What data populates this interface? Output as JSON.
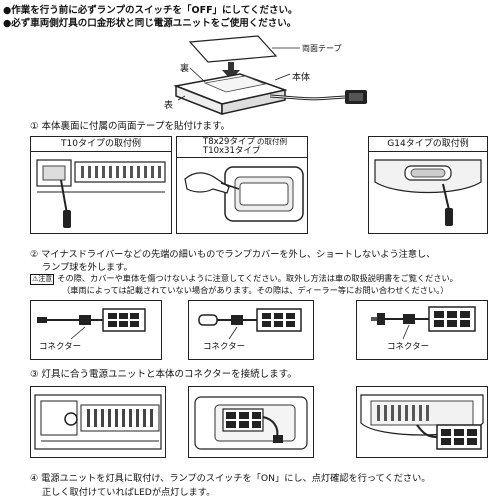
{
  "intro": {
    "line1": "●作業を行う前に必ずランプのスイッチを「OFF」にしてください。",
    "line2": "●必ず車両側灯具の口金形状と同じ電源ユニットをご使用ください。"
  },
  "assembly": {
    "tape_label": "両面テープ",
    "body_label": "本体",
    "back_label": "裏",
    "front_label": "表"
  },
  "steps": {
    "step1": "① 本体裏面に付属の両面テープを貼付けます。",
    "step2_line1": "② マイナスドライバーなどの先端の細いものでランプカバーを外し、ショートしないよう注意し、",
    "step2_line2": "ランプ球を外します。",
    "caution_badge": "⚠注意",
    "caution_line1": "その際、カバーや車体を傷つけないように注意してください。取外し方法は車の取扱説明書をご覧ください。",
    "caution_line2": "（車両によっては記載されていない場合があります。その際は、ディーラー等にお問い合わせください。）",
    "step3": "③ 灯具に合う電源ユニットと本体のコネクターを接続します。",
    "step4_line1": "④ 電源ユニットを灯具に取付け、ランプのスイッチを「ON」にし、点灯確認を行ってください。",
    "step4_line2": "正しく取付けていればLEDが点灯します。"
  },
  "panels": {
    "t10_header": "T10タイプの取付例",
    "t8_header_line1": "T8x29タイプ",
    "t8_header_line2": "T10x31タイプ",
    "t8_header_suffix": "の取付例",
    "g14_header": "G14タイプの取付例"
  },
  "connectors": {
    "label1": "コネクター",
    "label2": "コネクター",
    "label3": "コネクター"
  }
}
